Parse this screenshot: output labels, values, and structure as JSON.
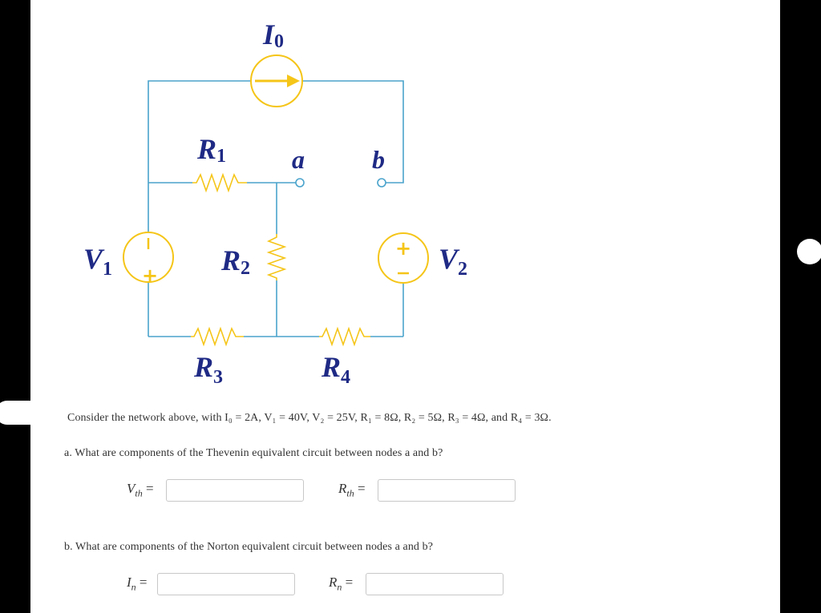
{
  "circuit": {
    "current_source_label": "I",
    "current_source_sub": "0",
    "r1_label": "R",
    "r1_sub": "1",
    "r2_label": "R",
    "r2_sub": "2",
    "r3_label": "R",
    "r3_sub": "3",
    "r4_label": "R",
    "r4_sub": "4",
    "v1_label": "V",
    "v1_sub": "1",
    "v2_label": "V",
    "v2_sub": "2",
    "node_a": "a",
    "node_b": "b",
    "plus": "+",
    "minus": "−",
    "wire_color": "#4aa3cc",
    "source_color": "#f5c518",
    "label_color": "#1f2a85"
  },
  "questions": {
    "intro": "Consider the network above, with I₀ = 2A, V₁ = 40V, V₂ = 25V, R₁ = 8Ω, R₂ = 5Ω, R₃ = 4Ω, and R₄ = 3Ω.",
    "part_a": "a. What are components of the Thevenin equivalent circuit between nodes a and b?",
    "part_b": "b. What are components of the Norton equivalent circuit between nodes a and b?"
  },
  "fields": {
    "vth": {
      "label": "V",
      "sub": "th",
      "value": ""
    },
    "rth": {
      "label": "R",
      "sub": "th",
      "value": ""
    },
    "in": {
      "label": "I",
      "sub": "n",
      "value": ""
    },
    "rn": {
      "label": "R",
      "sub": "n",
      "value": ""
    },
    "equals": "="
  }
}
